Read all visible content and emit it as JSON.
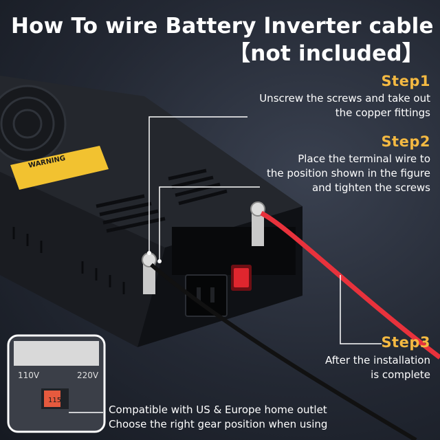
{
  "title": {
    "line1": "How To wire Battery lnverter cable",
    "line2": "【not included】"
  },
  "steps": [
    {
      "label": "Step1",
      "lines": [
        "Unscrew the screws and take out",
        "the copper fittings"
      ]
    },
    {
      "label": "Step2",
      "lines": [
        "Place the terminal wire to",
        "the position shown in the figure",
        "and tighten the screws"
      ]
    },
    {
      "label": "Step3",
      "lines": [
        "After the installation",
        "is complete"
      ]
    }
  ],
  "note": {
    "lines": [
      "Compatible with US & Europe home outlet",
      "Choose the right gear position when using"
    ]
  },
  "device": {
    "warning_label": "WARNING",
    "switch_left": "110V",
    "switch_right": "220V",
    "switch_value": "115"
  },
  "colors": {
    "accent": "#f4b942",
    "red_wire": "#e8323c",
    "black_wire": "#111111",
    "leader_lines": "#ffffff"
  }
}
